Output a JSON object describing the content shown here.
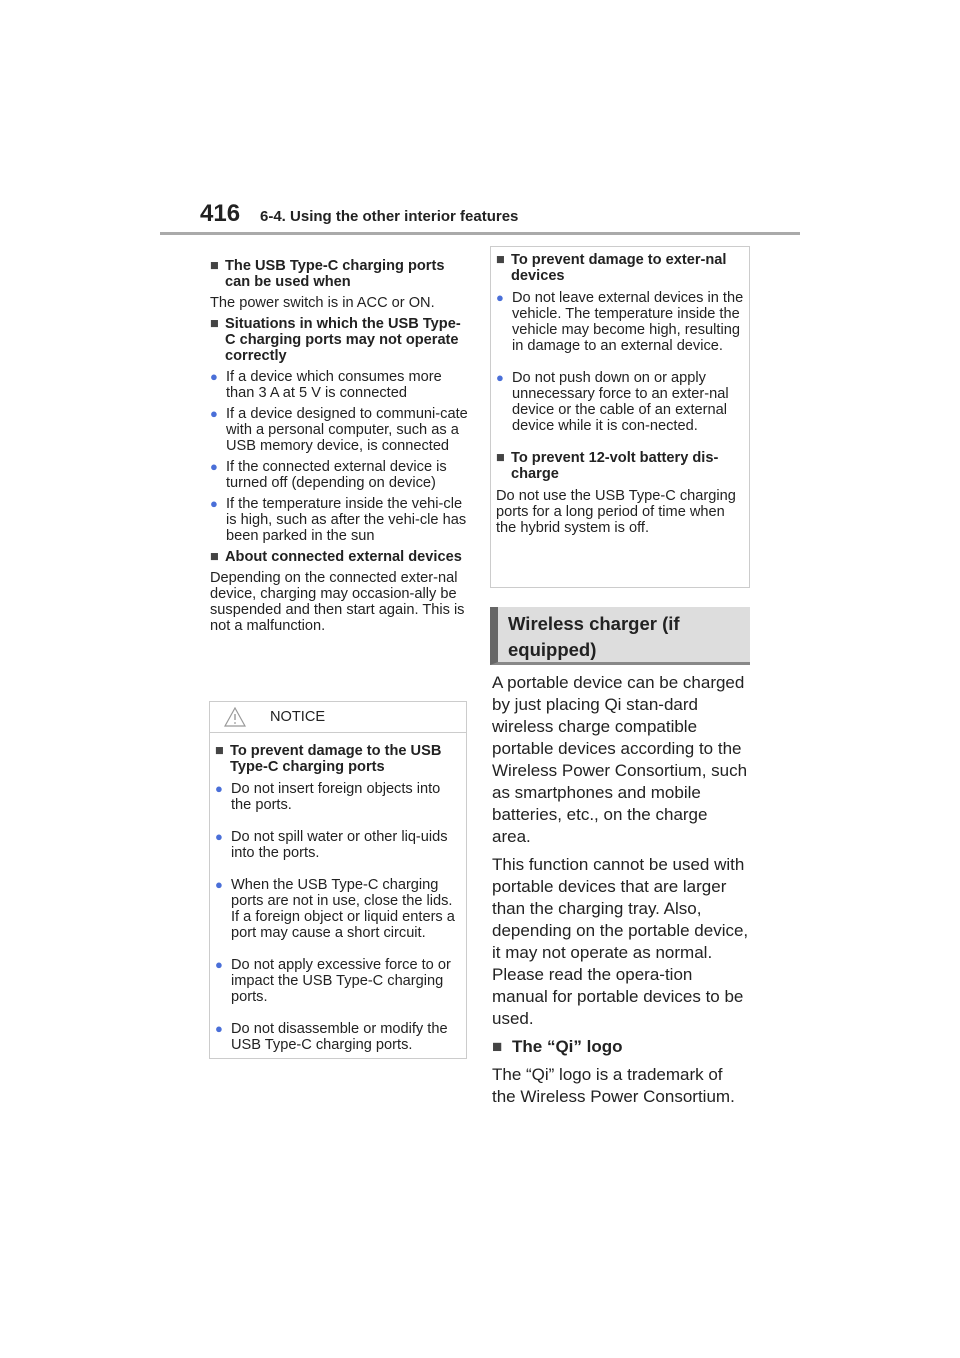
{
  "header": {
    "page_number": "416",
    "section": "6-4. Using the other interior features"
  },
  "left": {
    "h1": "The USB Type-C charging ports can be used when",
    "p1": "The power switch is in ACC or ON.",
    "h2": "Situations in which the USB Type-C charging ports may not operate correctly",
    "bullets": [
      "If a device which consumes more than 3 A at 5 V is connected",
      "If a device designed to communi-cate with a personal computer, such as a USB memory device, is connected",
      "If the connected external device is turned off (depending on device)",
      "If the temperature inside the vehi-cle is high, such as after the vehi-cle has been parked in the sun"
    ],
    "h3": "About connected external devices",
    "p3": "Depending on the connected exter-nal device, charging may occasion-ally be suspended and then start again. This is not a malfunction."
  },
  "notice": {
    "label": "NOTICE",
    "heading": "To prevent damage to the USB Type-C charging ports",
    "bullets": [
      "Do not insert foreign objects into the ports.",
      "Do not spill water or other liq-uids into the ports.",
      "When the USB Type-C charging ports are not in use, close the lids. If a foreign object or liquid enters a port may cause a short circuit.",
      "Do not apply excessive force to or impact the USB Type-C charging ports.",
      "Do not disassemble or modify the USB Type-C charging ports."
    ]
  },
  "notice2": {
    "heading1": "To prevent damage to exter-nal devices",
    "bullets": [
      "Do not leave external devices in the vehicle. The temperature inside the vehicle may become high, resulting in damage to an external device.",
      "Do not push down on or apply unnecessary force to an exter-nal device or the cable of an external device while it is con-nected."
    ],
    "heading2": "To prevent 12-volt battery dis-charge",
    "p2": "Do not use the USB Type-C charging ports for a long period of time when the hybrid system is off."
  },
  "wireless": {
    "title": "Wireless charger (if equipped)",
    "p1": "A portable device can be charged by just placing Qi stan-dard wireless charge compatible portable devices according to the Wireless Power Consortium, such as smartphones and mobile batteries, etc., on the charge area.",
    "p2": "This function cannot be used with portable devices that are larger than the charging tray. Also, depending on the portable device, it may not operate as normal. Please read the opera-tion manual for portable devices to be used.",
    "h": "The “Qi” logo",
    "p3": "The “Qi” logo is a trademark of the Wireless Power Consortium."
  },
  "glyphs": {
    "square": "■",
    "dot": "●"
  },
  "colors": {
    "bullet": "#4a6fd8",
    "square": "#444444"
  }
}
